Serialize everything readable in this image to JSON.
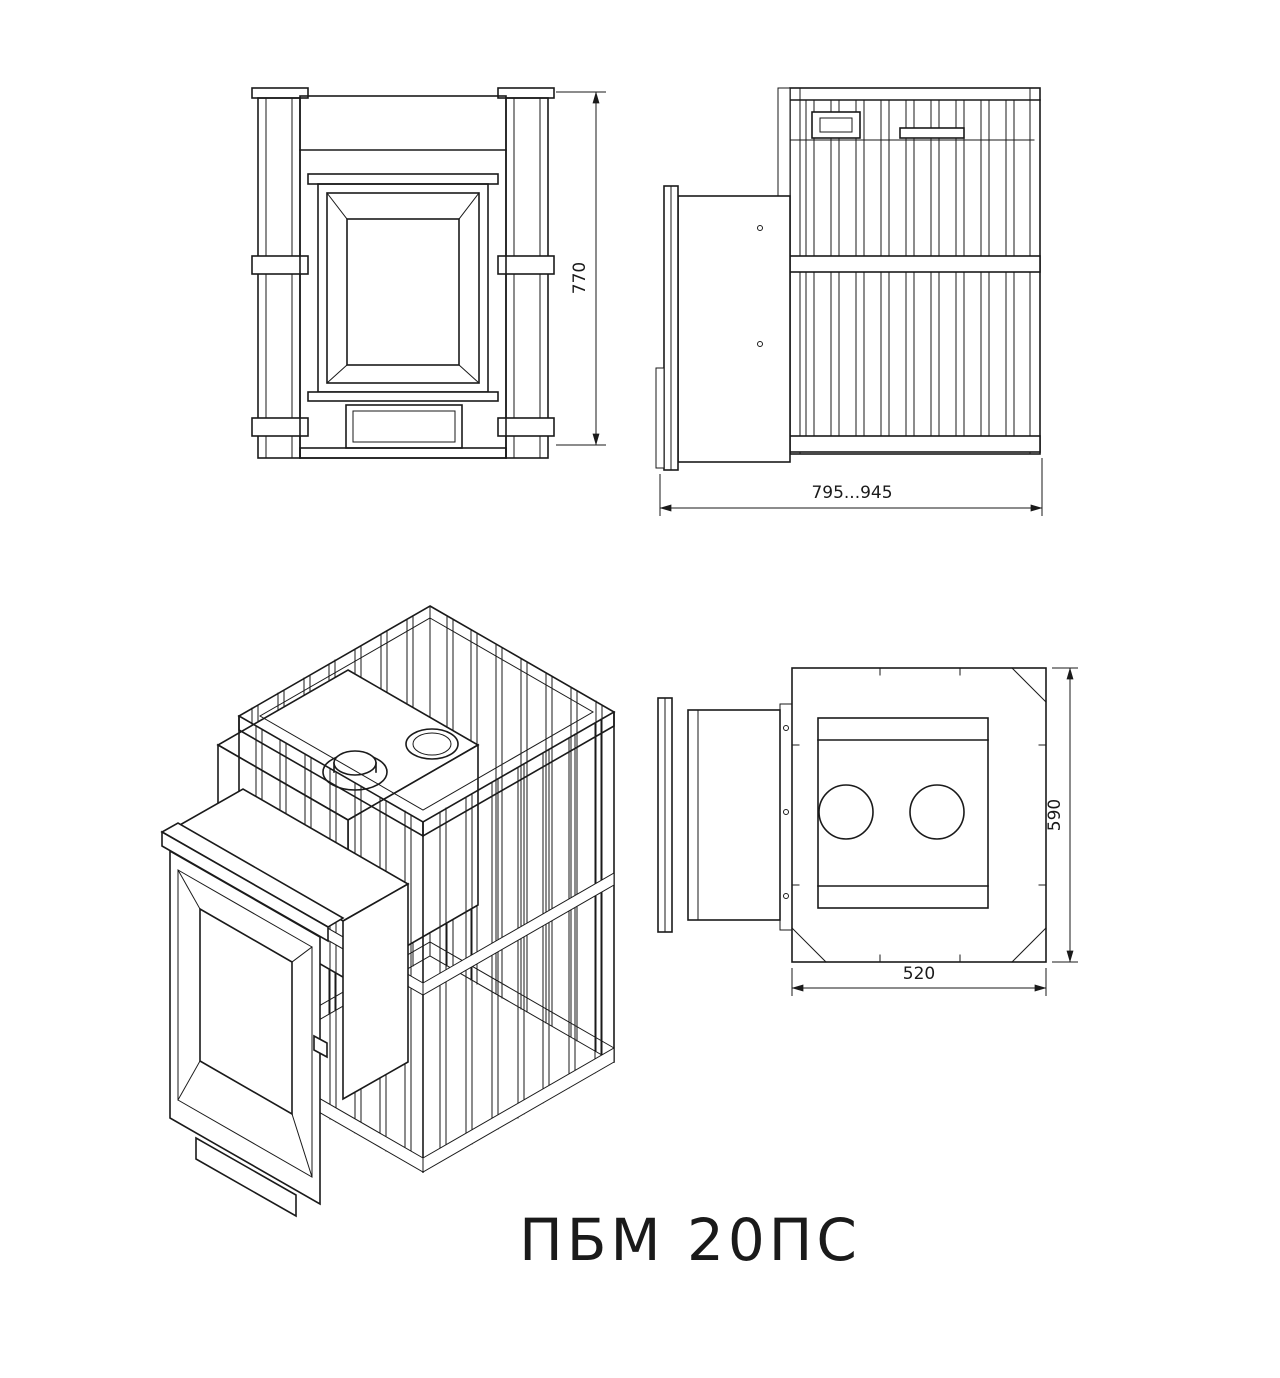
{
  "title": "ПБМ 20ПС",
  "dimensions": {
    "front_height": "770",
    "side_depth": "795...945",
    "rear_height": "590",
    "rear_width": "520"
  },
  "colors": {
    "line": "#1a1a1a",
    "background": "#ffffff"
  }
}
